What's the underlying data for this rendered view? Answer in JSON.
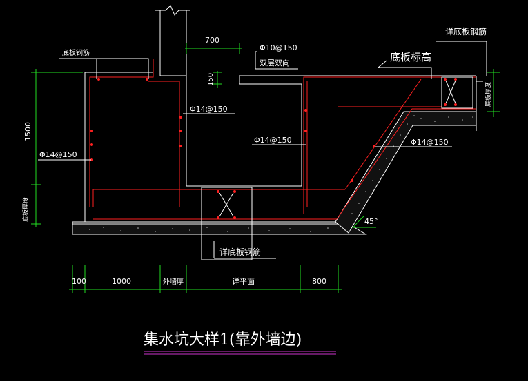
{
  "drawing": {
    "title": "集水坑大样1(靠外墙边)",
    "labels": {
      "floor_rebar_top_left": "底板钢筋",
      "rebar_d10": "Φ10@150",
      "double_layer": "双层双向",
      "floor_elevation": "底板标高",
      "detail_floor_rebar_top": "详底板钢筋",
      "floor_thickness_right": "底板厚度",
      "rebar_d14_inner": "Φ14@150",
      "rebar_d14_slope": "Φ14@150",
      "rebar_d14_right": "Φ14@150",
      "rebar_d14_left": "Φ14@150",
      "floor_thickness_left": "底板厚度",
      "detail_floor_rebar_bottom": "详底板钢筋",
      "angle": "45°"
    },
    "dimensions": {
      "top_width": "700",
      "step_height": "150",
      "depth": "1500",
      "d_100": "100",
      "d_1000": "1000",
      "outer_wall": "外墙厚",
      "see_plan": "详平面",
      "d_800": "800"
    },
    "colors": {
      "background": "#000000",
      "outline": "#ffffff",
      "rebar": "#ff2020",
      "dimension": "#22dd22",
      "hatch": "#bbbbbb",
      "title_underline": "#cc33cc"
    }
  }
}
